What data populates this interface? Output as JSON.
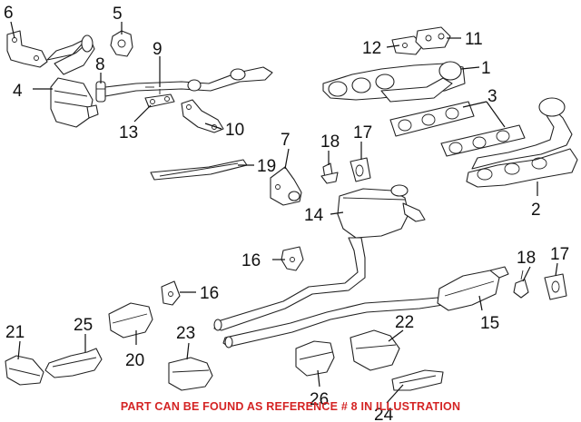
{
  "callouts": {
    "c1": "1",
    "c2": "2",
    "c3": "3",
    "c4": "4",
    "c5": "5",
    "c6": "6",
    "c7": "7",
    "c8": "8",
    "c9": "9",
    "c10": "10",
    "c11": "11",
    "c12": "12",
    "c13": "13",
    "c14": "14",
    "c15": "15",
    "c16a": "16",
    "c16b": "16",
    "c17a": "17",
    "c17b": "17",
    "c18a": "18",
    "c18b": "18",
    "c19": "19",
    "c20": "20",
    "c21": "21",
    "c22": "22",
    "c23": "23",
    "c24": "24",
    "c25": "25",
    "c26": "26"
  },
  "footer": {
    "note": "PART CAN BE FOUND AS REFERENCE # 8 IN ILLUSTRATION"
  },
  "colors": {
    "note": "#d42424",
    "line": "#222222",
    "background": "#ffffff"
  }
}
